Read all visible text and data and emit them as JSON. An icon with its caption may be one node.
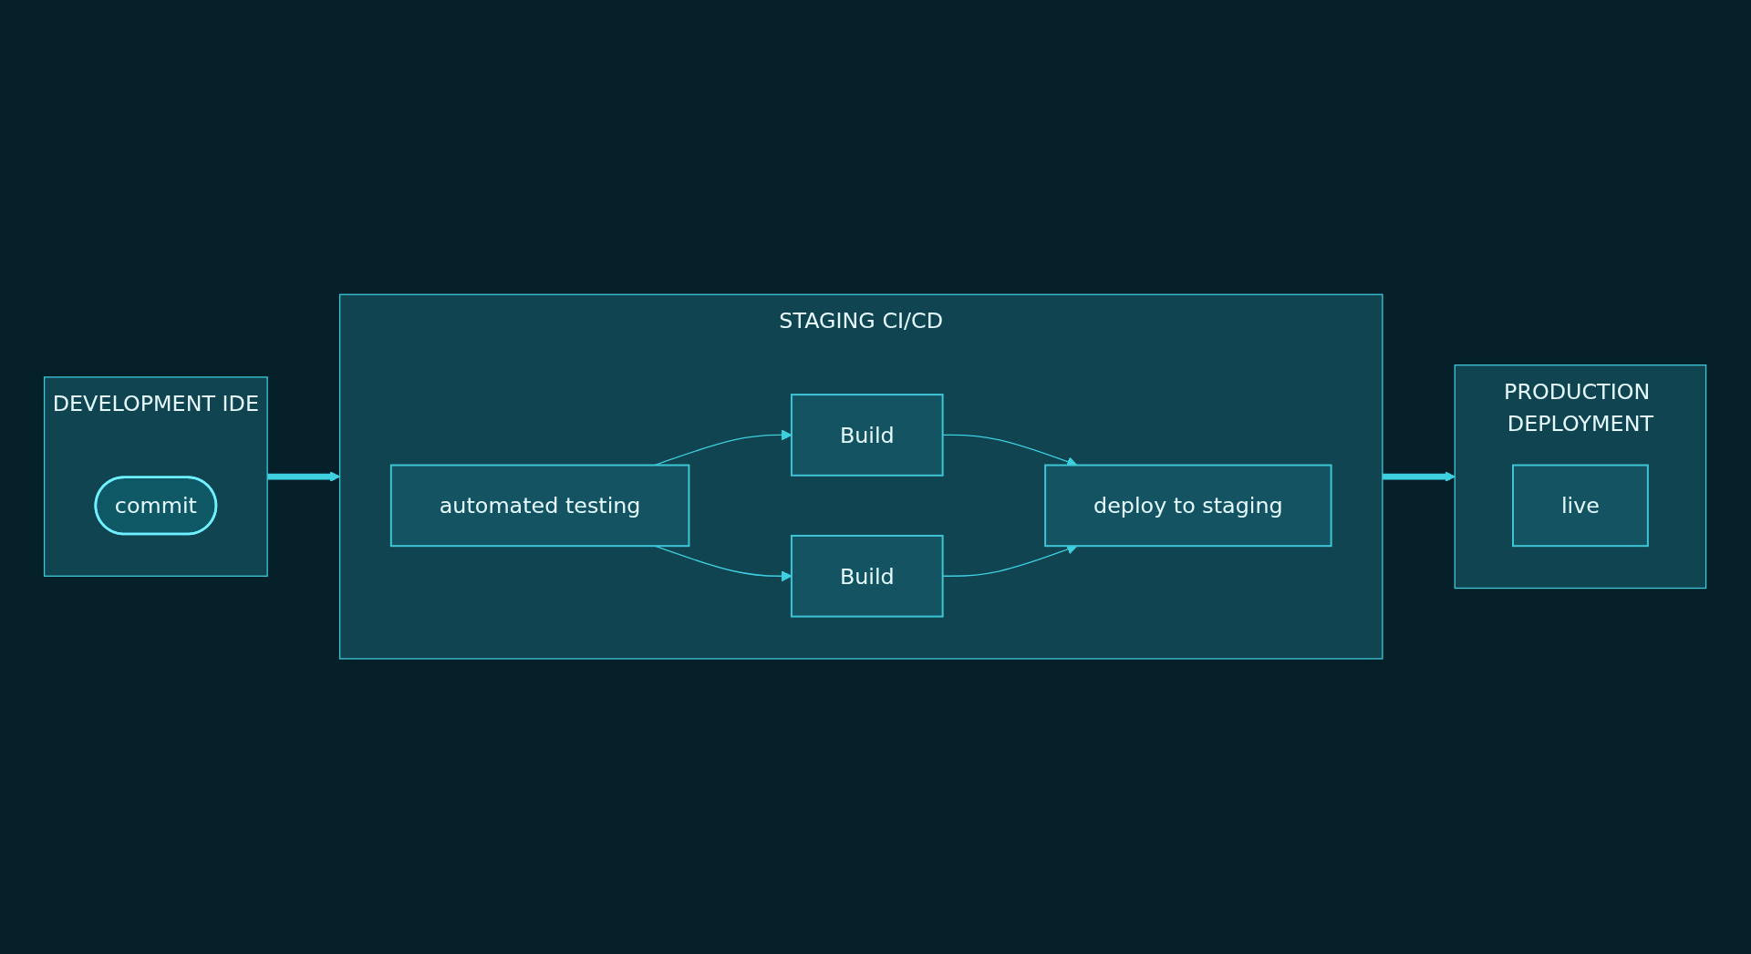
{
  "diagram": {
    "nodes": [
      {
        "text": [
          "DEVELOPMENT IDE"
        ]
      },
      {
        "text": [
          "commit"
        ],
        "in": 0
      },
      {
        "text": [
          "STAGING CI/CD"
        ]
      },
      {
        "text": [
          "automated testing"
        ],
        "in": 2
      },
      {
        "text": [
          "Build"
        ],
        "in": 2
      },
      {
        "text": [
          "Build"
        ],
        "in": 2
      },
      {
        "text": [
          "deploy to staging"
        ],
        "in": 2
      },
      {
        "text": [
          "PRODUCTION DEPLOYMENT"
        ]
      },
      {
        "text": [
          "live"
        ],
        "in": 7
      }
    ],
    "edges": [
      {
        "from": 0,
        "to": 2,
        "arrow": "to",
        "style": "thick"
      },
      {
        "from": 2,
        "to": 7,
        "arrow": "to",
        "style": "thick"
      },
      {
        "from": 3,
        "to": 4,
        "arrow": "to"
      },
      {
        "from": 3,
        "to": 5,
        "arrow": "to"
      },
      {
        "from": 4,
        "to": 6,
        "arrow": "to"
      },
      {
        "from": 5,
        "to": 6,
        "arrow": "to"
      }
    ]
  }
}
